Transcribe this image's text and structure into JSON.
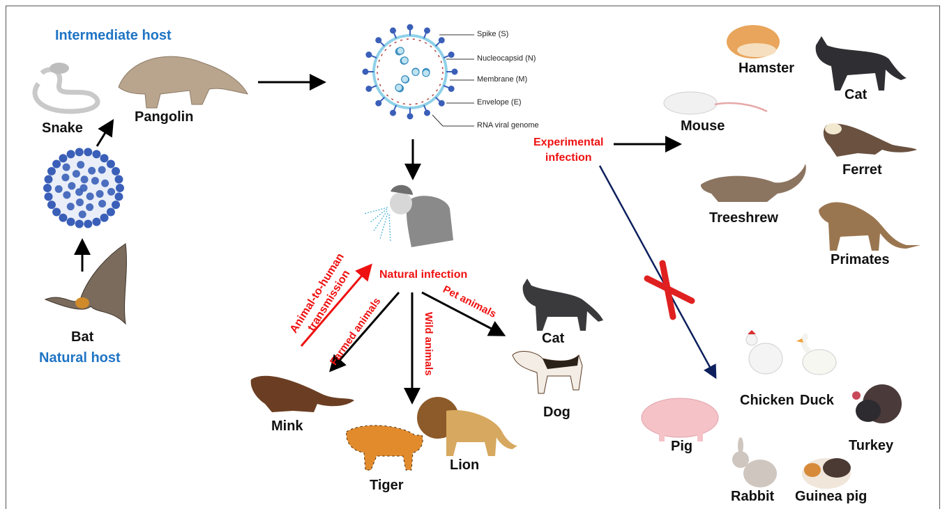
{
  "hosts": {
    "intermediate_label": "Intermediate host",
    "natural_label": "Natural host",
    "snake": "Snake",
    "pangolin": "Pangolin",
    "bat": "Bat"
  },
  "virus_parts": {
    "spike": "Spike (S)",
    "nucleocapsid": "Nucleocapsid (N)",
    "membrane": "Membrane (M)",
    "envelope": "Envelope (E)",
    "rna": "RNA viral genome"
  },
  "routes": {
    "experimental": [
      "Experimental",
      "infection"
    ],
    "natural": "Natural infection",
    "animal_to_human": [
      "Animal-to-human",
      "transmission"
    ],
    "farmed": "Farmed animals",
    "wild": "Wild animals",
    "pet": "Pet animals"
  },
  "experimental_animals": {
    "hamster": "Hamster",
    "cat": "Cat",
    "mouse": "Mouse",
    "ferret": "Ferret",
    "treeshrew": "Treeshrew",
    "primates": "Primates"
  },
  "natural_animals": {
    "mink": "Mink",
    "tiger": "Tiger",
    "lion": "Lion",
    "cat": "Cat",
    "dog": "Dog"
  },
  "resistant_animals": {
    "pig": "Pig",
    "chicken": "Chicken",
    "duck": "Duck",
    "turkey": "Turkey",
    "rabbit": "Rabbit",
    "guinea_pig": "Guinea pig"
  },
  "colors": {
    "blue_label": "#1f74c4",
    "red_label": "#ee1111",
    "blocked_arrow": "#0d1f5c",
    "cross": "#e02020",
    "virus_spike": "#3a5fb8"
  }
}
